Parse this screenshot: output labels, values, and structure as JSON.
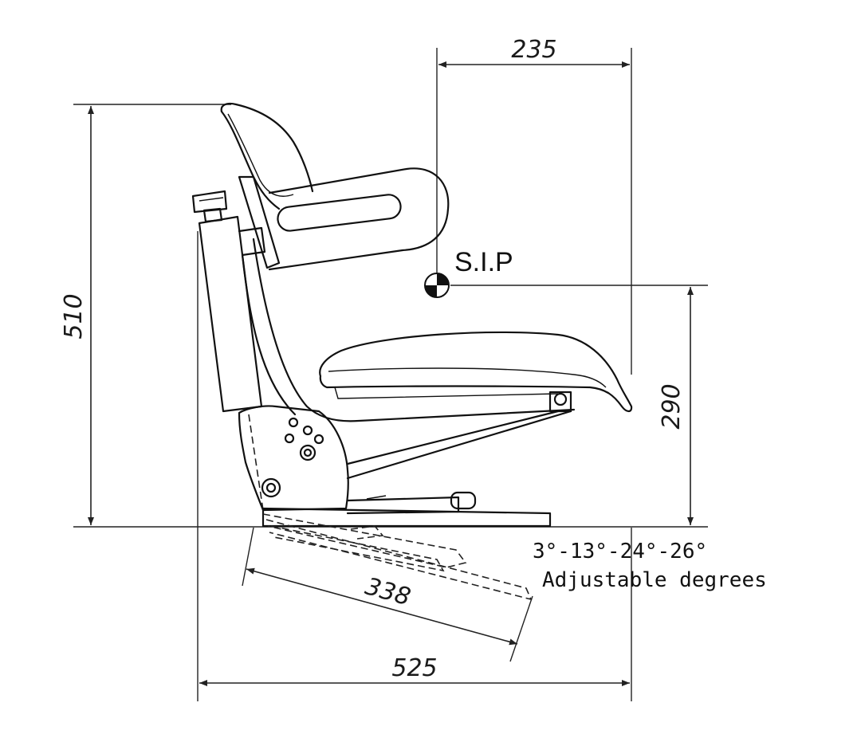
{
  "dimensions": {
    "top_width": "235",
    "overall_height": "510",
    "sip_height": "290",
    "tilt_length": "338",
    "overall_length": "525"
  },
  "labels": {
    "sip": "S.I.P",
    "angles": "3°-13°-24°-26°",
    "adjustable": "Adjustable degrees"
  }
}
